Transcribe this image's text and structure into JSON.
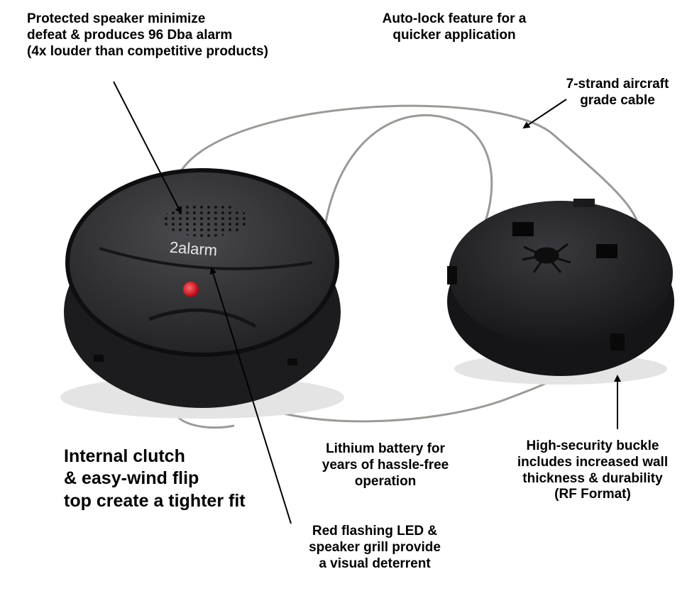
{
  "colors": {
    "device_body": "#1c1c1e",
    "device_top": "#38383b",
    "led": "#e0101a",
    "cable": "#9a9a96",
    "text": "#000000"
  },
  "device": {
    "logo": "2alarm"
  },
  "callouts": {
    "speaker": [
      "Protected speaker minimize",
      "defeat & produces 96 Dba alarm",
      "(4x louder than competitive products)"
    ],
    "autolock": [
      "Auto-lock feature for a",
      "quicker application"
    ],
    "cable": [
      "7-strand aircraft",
      "grade cable"
    ],
    "clutch": [
      "Internal clutch",
      "& easy-wind flip",
      "top create a tighter fit"
    ],
    "battery": [
      "Lithium battery for",
      "years of hassle-free",
      "operation"
    ],
    "buckle": [
      "High-security buckle",
      "includes increased wall",
      "thickness & durability",
      "(RF Format)"
    ],
    "led": [
      "Red flashing LED &",
      "speaker grill provide",
      "a visual deterrent"
    ]
  }
}
